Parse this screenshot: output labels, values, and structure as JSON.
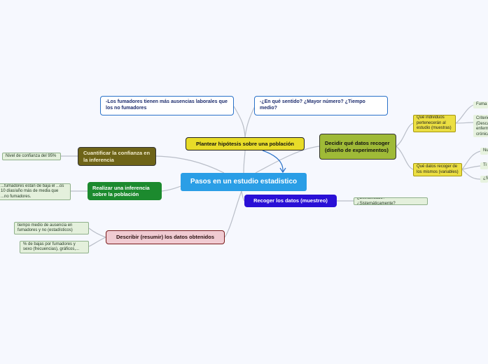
{
  "central": "Pasos en un estudio estadistico",
  "callouts": {
    "left": "-Los fumadores tienen más ausencias laborales que los no fumadores",
    "right": "-¿En qué sentido? ¿Mayor número? ¿Tiempo medio?"
  },
  "branches": {
    "hypothesis": "Plantear hipótesis sobre una población",
    "decide": "Decidir qué datos recoger (diseño de experimentos)",
    "collect": "Recoger los datos (muestreo)",
    "quantify": "Cuantificar la confianza en la inferencia",
    "infer": "Realizar una inferencia sobre la población",
    "describe": "Describir (resumir) los datos obtenidos"
  },
  "subtopics": {
    "individuals": "Qué individuos pertenecerán al estudio (muestras)",
    "variables": "Qué datos recoger de los mismos (variables)",
    "stratified": "¿Estratificado? ¿Sistemáticamente?",
    "confidence": "Nivel de confianza del 95%",
    "inference_text": "...fumadores están de baja el ...os 10 días/año más de media que ...no fumadores.",
    "mean_time": "tiempo medio de ausencia en fumadores y no (estadísticos)",
    "pct": "% de bajas por fumadores y sexo (frecuencias), gráficos,..."
  },
  "edge_fragments": {
    "fuma": "Fuma",
    "criterio": "Criterio (Desca enferm crónica",
    "nu": "Nu",
    "ti": "Ti",
    "s": "¿S"
  },
  "colors": {
    "central": "#2a9ee6",
    "hypothesis": "#e8dc28",
    "decide": "#9fba37",
    "collect": "#2a10d6",
    "quantify": "#6e6418",
    "infer": "#1c8a2e",
    "describe": "#f0cbd2",
    "background": "#f6f8fe"
  }
}
